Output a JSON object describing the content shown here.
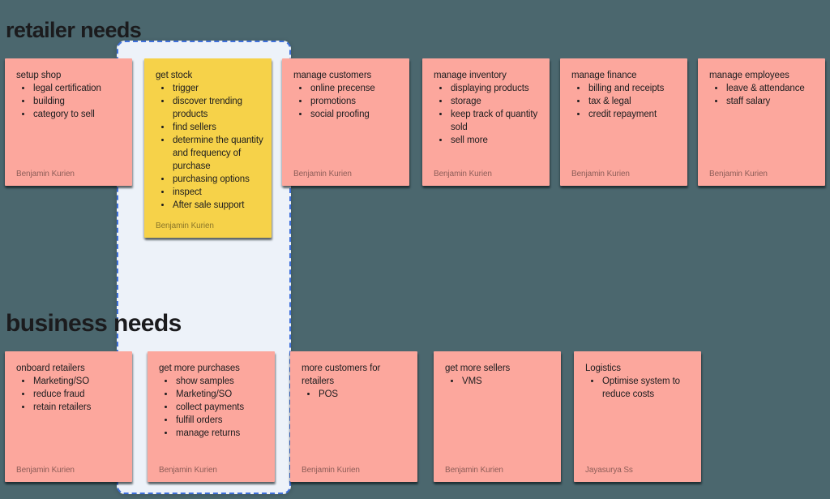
{
  "colors": {
    "background": "#4B676E",
    "pink_note": "#FCA79D",
    "yellow_note": "#F6D249",
    "selection_fill": "#EDF2F9",
    "selection_border": "#3F70DB",
    "title_text": "#1B1B1D"
  },
  "sections": [
    {
      "title": "retailer needs",
      "notes": [
        {
          "title": "setup shop",
          "bullets": [
            "legal certification",
            "building",
            "category to sell"
          ],
          "author": "Benjamin Kurien",
          "color": "pink"
        },
        {
          "title": "get stock",
          "bullets": [
            "trigger",
            "discover trending products",
            "find sellers",
            "determine the quantity and frequency of purchase",
            "purchasing options",
            "inspect",
            "After sale support"
          ],
          "author": "Benjamin Kurien",
          "color": "yellow"
        },
        {
          "title": "manage customers",
          "bullets": [
            "online precense",
            "promotions",
            "social proofing"
          ],
          "author": "Benjamin Kurien",
          "color": "pink"
        },
        {
          "title": "manage inventory",
          "bullets": [
            "displaying products",
            "storage",
            "keep track of quantity sold",
            "sell more"
          ],
          "author": "Benjamin Kurien",
          "color": "pink"
        },
        {
          "title": "manage finance",
          "bullets": [
            "billing and receipts",
            "tax & legal",
            "credit repayment"
          ],
          "author": "Benjamin Kurien",
          "color": "pink"
        },
        {
          "title": "manage employees",
          "bullets": [
            "leave & attendance",
            "staff salary"
          ],
          "author": "Benjamin Kurien",
          "color": "pink"
        }
      ]
    },
    {
      "title": "business needs",
      "notes": [
        {
          "title": "onboard retailers",
          "bullets": [
            "Marketing/SO",
            "reduce fraud",
            "retain retailers"
          ],
          "author": "Benjamin Kurien",
          "color": "pink"
        },
        {
          "title": "get more purchases",
          "bullets": [
            "show samples",
            "Marketing/SO",
            "collect payments",
            "fulfill orders",
            "manage returns"
          ],
          "author": "Benjamin Kurien",
          "color": "pink"
        },
        {
          "title": "more customers for retailers",
          "bullets": [
            "POS"
          ],
          "author": "Benjamin Kurien",
          "color": "pink"
        },
        {
          "title": "get more sellers",
          "bullets": [
            "VMS"
          ],
          "author": "Benjamin Kurien",
          "color": "pink"
        },
        {
          "title": "Logistics",
          "bullets": [
            "Optimise system to reduce costs"
          ],
          "author": "Jayasurya Ss",
          "color": "pink"
        }
      ]
    }
  ]
}
